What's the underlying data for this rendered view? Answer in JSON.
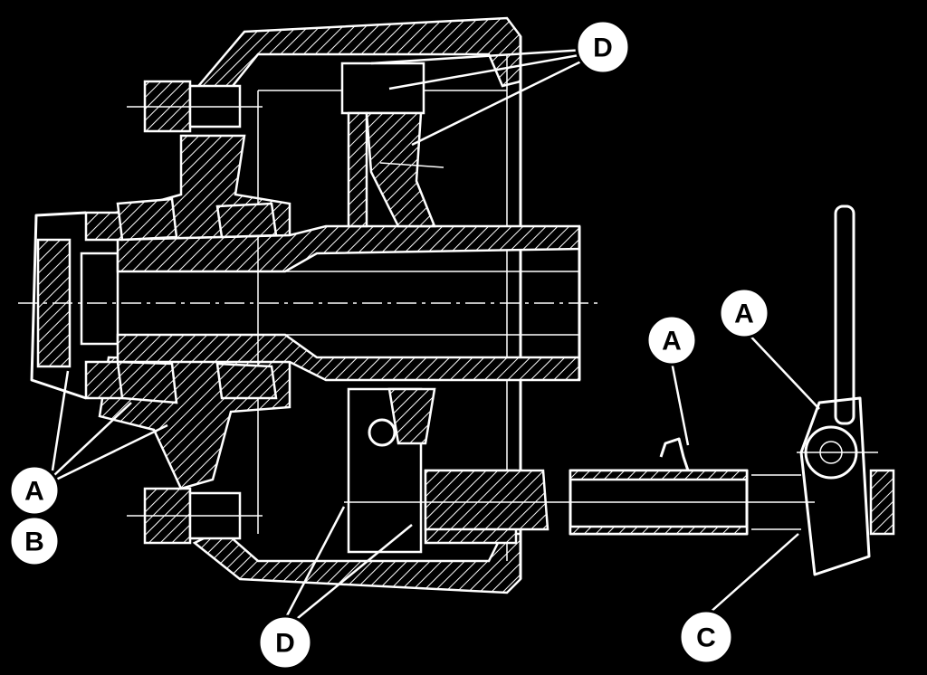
{
  "labels": {
    "a_left": "A",
    "b_left": "B",
    "d_top": "D",
    "d_bottom": "D",
    "a_mid": "A",
    "a_right": "A",
    "c_right": "C"
  },
  "colors": {
    "background": "#000000",
    "linework": "#ffffff"
  }
}
